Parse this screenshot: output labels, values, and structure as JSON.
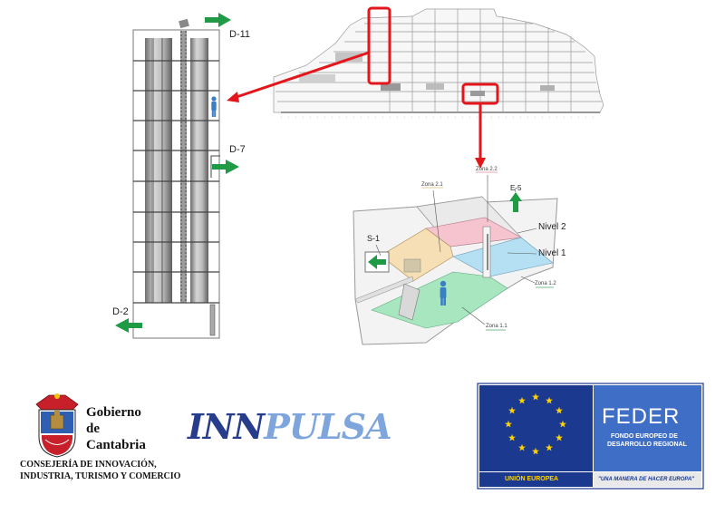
{
  "tower": {
    "labels": {
      "d11": "D-11",
      "d7": "D-7",
      "d2": "D-2"
    }
  },
  "zones": {
    "zona_2_1": "Zona 2.1",
    "zona_2_2": "Zona 2.2",
    "zona_1_1": "Zona 1.1",
    "zona_1_2": "Zona 1.2",
    "nivel_2": "Nivel 2",
    "nivel_1": "Nivel 1",
    "s1": "S-1",
    "e5": "E-5"
  },
  "colors": {
    "exit_arrow": "#1f9a45",
    "pointer": "#e3161c",
    "person": "#3a7fc4",
    "nivel2_fill": "#f6c4cf",
    "nivel1_fill": "#b5dff2",
    "floor_fill": "#a8e6bf",
    "mezz_fill": "#f6dfb4",
    "eu_blue": "#1b3a8f",
    "eu_gold": "#ffd200",
    "feder_panel": "#3f6ec6",
    "innpulsa_dark": "#283c8c",
    "innpulsa_light": "#7fa6dc",
    "cantabria_red": "#c8202b"
  },
  "logos": {
    "gobierno": {
      "line1": "Gobierno",
      "line2": "de",
      "line3": "Cantabria"
    },
    "consejeria": {
      "line1": "CONSEJERÍA DE INNOVACIÓN,",
      "line2": "INDUSTRIA, TURISMO Y COMERCIO"
    },
    "innpulsa": {
      "part1": "INN",
      "part2": "PULSA"
    },
    "feder": {
      "title": "FEDER",
      "subtitle_line1": "FONDO EUROPEO DE",
      "subtitle_line2": "DESARROLLO REGIONAL",
      "union": "UNIÓN EUROPEA",
      "motto": "\"UNA MANERA DE HACER EUROPA\""
    }
  },
  "icons": [
    "exit-arrow-icon",
    "person-icon",
    "eu-stars-icon",
    "coat-of-arms-icon"
  ]
}
